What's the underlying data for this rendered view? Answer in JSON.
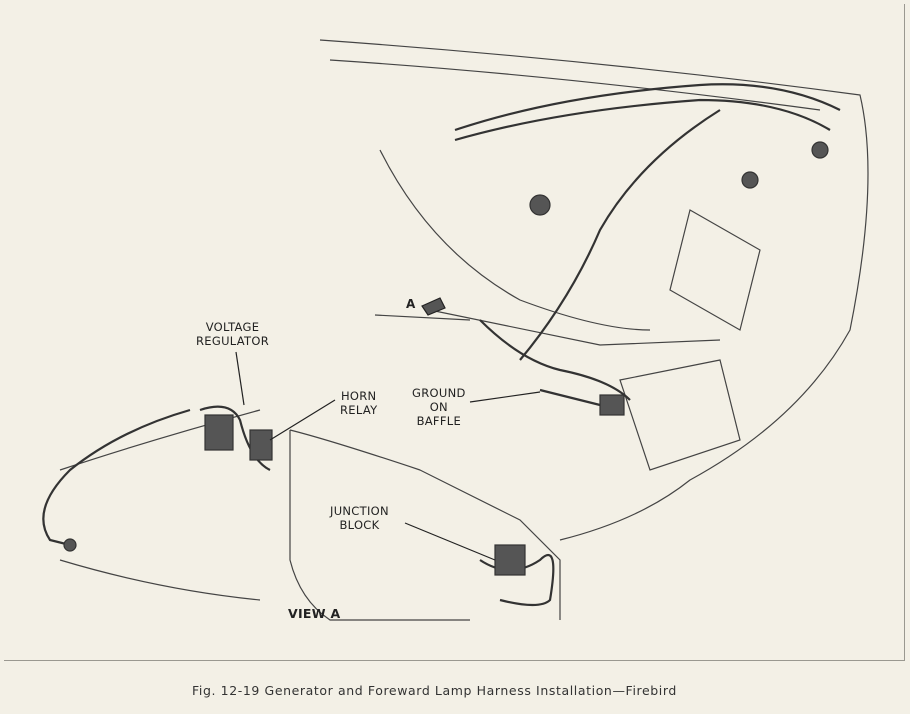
{
  "labels": {
    "voltage_regulator": [
      "VOLTAGE",
      "REGULATOR"
    ],
    "horn_relay": [
      "HORN",
      "RELAY"
    ],
    "ground_on_baffle": [
      "GROUND",
      "ON",
      "BAFFLE"
    ],
    "junction_block": [
      "JUNCTION",
      "BLOCK"
    ],
    "view_a": "VIEW A",
    "view_marker": "A"
  },
  "caption": "Fig. 12-19  Generator and Foreward Lamp Harness Installation—Firebird"
}
